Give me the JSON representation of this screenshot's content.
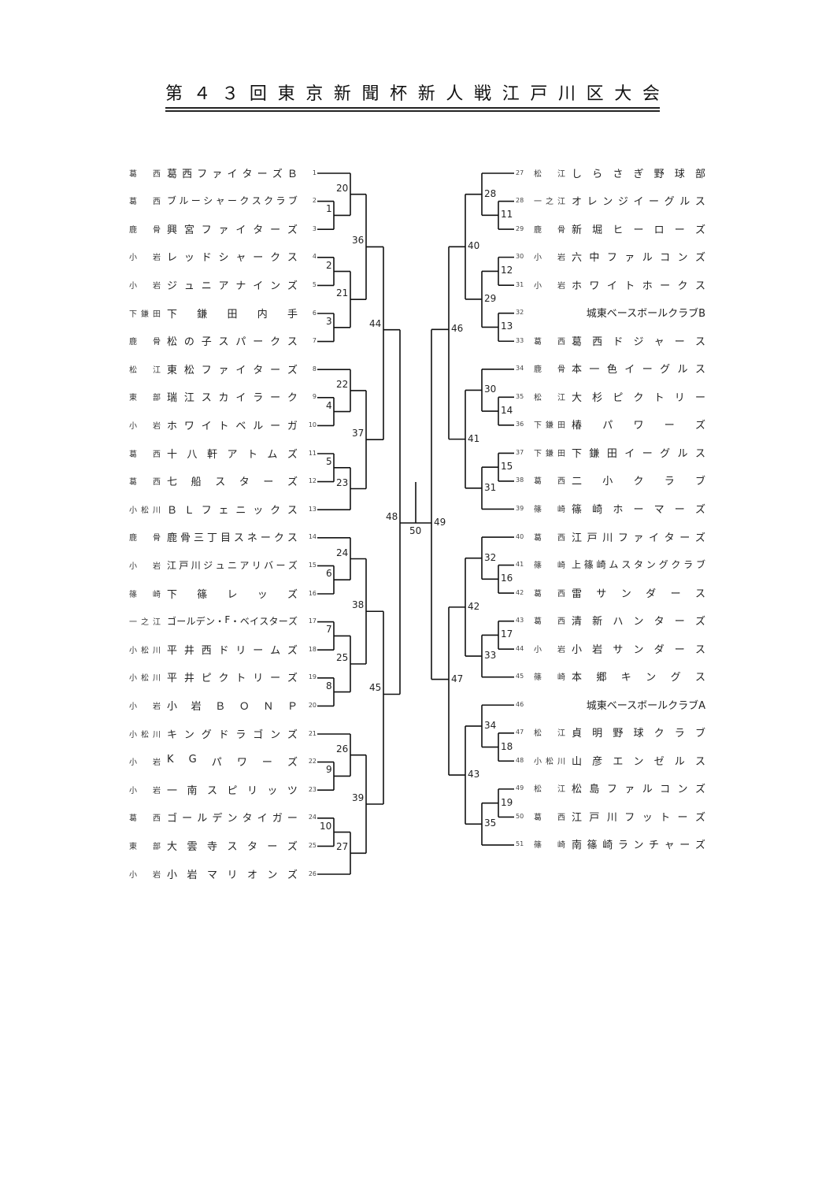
{
  "title": "第４３回東京新聞杯新人戦江戸川区大会",
  "left_teams": [
    {
      "no": "1",
      "region": "葛西",
      "name": "葛西ファイターズＢ"
    },
    {
      "no": "2",
      "region": "葛西",
      "name": "ブルーシャークスクラブ"
    },
    {
      "no": "3",
      "region": "鹿骨",
      "name": "興宮ファイターズ"
    },
    {
      "no": "4",
      "region": "小岩",
      "name": "レッドシャークス"
    },
    {
      "no": "5",
      "region": "小岩",
      "name": "ジュニアナインズ"
    },
    {
      "no": "6",
      "region": "下鎌田",
      "name": "下鎌田内手"
    },
    {
      "no": "7",
      "region": "鹿骨",
      "name": "松の子スパークス"
    },
    {
      "no": "8",
      "region": "松江",
      "name": "東松ファイターズ"
    },
    {
      "no": "9",
      "region": "東部",
      "name": "瑞江スカイラーク"
    },
    {
      "no": "10",
      "region": "小岩",
      "name": "ホワイトベルーガ"
    },
    {
      "no": "11",
      "region": "葛西",
      "name": "十八軒アトムズ"
    },
    {
      "no": "12",
      "region": "葛西",
      "name": "七船スターズ"
    },
    {
      "no": "13",
      "region": "小松川",
      "name": "ＢＬフェニックス"
    },
    {
      "no": "14",
      "region": "鹿骨",
      "name": "鹿骨三丁目スネークス"
    },
    {
      "no": "15",
      "region": "小岩",
      "name": "江戸川ジュニアリバーズ"
    },
    {
      "no": "16",
      "region": "篠崎",
      "name": "下篠レッズ"
    },
    {
      "no": "17",
      "region": "一之江",
      "name": "ゴールデン・F・ベイスターズ"
    },
    {
      "no": "18",
      "region": "小松川",
      "name": "平井西ドリームズ"
    },
    {
      "no": "19",
      "region": "小松川",
      "name": "平井ピクトリーズ"
    },
    {
      "no": "20",
      "region": "小岩",
      "name": "小岩ＢＯＮＰ"
    },
    {
      "no": "21",
      "region": "小松川",
      "name": "キングドラゴンズ"
    },
    {
      "no": "22",
      "region": "小岩",
      "name": "KGパワーズ"
    },
    {
      "no": "23",
      "region": "小岩",
      "name": "一南スピリッツ"
    },
    {
      "no": "24",
      "region": "葛西",
      "name": "ゴールデンタイガー"
    },
    {
      "no": "25",
      "region": "東部",
      "name": "大雲寺スターズ"
    },
    {
      "no": "26",
      "region": "小岩",
      "name": "小岩マリオンズ"
    }
  ],
  "right_teams": [
    {
      "no": "27",
      "region": "松江",
      "name": "しらさぎ野球部"
    },
    {
      "no": "28",
      "region": "一之江",
      "name": "オレンジイーグルス"
    },
    {
      "no": "29",
      "region": "鹿骨",
      "name": "新堀ヒーローズ"
    },
    {
      "no": "30",
      "region": "小岩",
      "name": "六中ファルコンズ"
    },
    {
      "no": "31",
      "region": "小岩",
      "name": "ホワイトホークス"
    },
    {
      "no": "32",
      "region": "",
      "name": "城東ベースボールクラブB"
    },
    {
      "no": "33",
      "region": "葛西",
      "name": "葛西ドジャース"
    },
    {
      "no": "34",
      "region": "鹿骨",
      "name": "本一色イーグルス"
    },
    {
      "no": "35",
      "region": "松江",
      "name": "大杉ピクトリー"
    },
    {
      "no": "36",
      "region": "下鎌田",
      "name": "椿パワーズ"
    },
    {
      "no": "37",
      "region": "下鎌田",
      "name": "下鎌田イーグルス"
    },
    {
      "no": "38",
      "region": "葛西",
      "name": "二小クラブ"
    },
    {
      "no": "39",
      "region": "篠崎",
      "name": "篠崎ホーマーズ"
    },
    {
      "no": "40",
      "region": "葛西",
      "name": "江戸川ファイターズ"
    },
    {
      "no": "41",
      "region": "篠崎",
      "name": "上篠崎ムスタングクラブ"
    },
    {
      "no": "42",
      "region": "葛西",
      "name": "雷サンダース"
    },
    {
      "no": "43",
      "region": "葛西",
      "name": "清新ハンターズ"
    },
    {
      "no": "44",
      "region": "小岩",
      "name": "小岩サンダース"
    },
    {
      "no": "45",
      "region": "篠崎",
      "name": "本郷キングス"
    },
    {
      "no": "46",
      "region": "",
      "name": "城東ベースボールクラブA"
    },
    {
      "no": "47",
      "region": "松江",
      "name": "貞明野球クラブ"
    },
    {
      "no": "48",
      "region": "小松川",
      "name": "山彦エンゼルス"
    },
    {
      "no": "49",
      "region": "松江",
      "name": "松島ファルコンズ"
    },
    {
      "no": "50",
      "region": "葛西",
      "name": "江戸川フットーズ"
    },
    {
      "no": "51",
      "region": "篠崎",
      "name": "南篠崎ランチャーズ"
    }
  ],
  "matches": [
    {
      "id": "1",
      "a": "t2",
      "b": "t3"
    },
    {
      "id": "20",
      "a": "t1",
      "b": "m1"
    },
    {
      "id": "2",
      "a": "t4",
      "b": "t5"
    },
    {
      "id": "3",
      "a": "t6",
      "b": "t7"
    },
    {
      "id": "21",
      "a": "m2",
      "b": "m3"
    },
    {
      "id": "36",
      "a": "m20",
      "b": "m21"
    },
    {
      "id": "4",
      "a": "t9",
      "b": "t10"
    },
    {
      "id": "22",
      "a": "t8",
      "b": "m4"
    },
    {
      "id": "5",
      "a": "t11",
      "b": "t12"
    },
    {
      "id": "23",
      "a": "m5",
      "b": "t13"
    },
    {
      "id": "37",
      "a": "m22",
      "b": "m23"
    },
    {
      "id": "44",
      "a": "m36",
      "b": "m37"
    },
    {
      "id": "6",
      "a": "t15",
      "b": "t16"
    },
    {
      "id": "24",
      "a": "t14",
      "b": "m6"
    },
    {
      "id": "7",
      "a": "t17",
      "b": "t18"
    },
    {
      "id": "8",
      "a": "t19",
      "b": "t20"
    },
    {
      "id": "25",
      "a": "m7",
      "b": "m8"
    },
    {
      "id": "38",
      "a": "m24",
      "b": "m25"
    },
    {
      "id": "9",
      "a": "t22",
      "b": "t23"
    },
    {
      "id": "26",
      "a": "t21",
      "b": "m9"
    },
    {
      "id": "10",
      "a": "t24",
      "b": "t25"
    },
    {
      "id": "27",
      "a": "m10",
      "b": "t26"
    },
    {
      "id": "39",
      "a": "m26",
      "b": "m27"
    },
    {
      "id": "45",
      "a": "m38",
      "b": "m39"
    },
    {
      "id": "48",
      "a": "m44",
      "b": "m45"
    },
    {
      "id": "11",
      "a": "t28",
      "b": "t29"
    },
    {
      "id": "28",
      "a": "t27",
      "b": "m11"
    },
    {
      "id": "12",
      "a": "t30",
      "b": "t31"
    },
    {
      "id": "13",
      "a": "t32",
      "b": "t33"
    },
    {
      "id": "29",
      "a": "m12",
      "b": "m13"
    },
    {
      "id": "40",
      "a": "m28",
      "b": "m29"
    },
    {
      "id": "14",
      "a": "t35",
      "b": "t36"
    },
    {
      "id": "30",
      "a": "t34",
      "b": "m14"
    },
    {
      "id": "15",
      "a": "t37",
      "b": "t38"
    },
    {
      "id": "31",
      "a": "m15",
      "b": "t39"
    },
    {
      "id": "41",
      "a": "m30",
      "b": "m31"
    },
    {
      "id": "46",
      "a": "m40",
      "b": "m41"
    },
    {
      "id": "16",
      "a": "t41",
      "b": "t42"
    },
    {
      "id": "32",
      "a": "t40",
      "b": "m16"
    },
    {
      "id": "17",
      "a": "t43",
      "b": "t44"
    },
    {
      "id": "33",
      "a": "m17",
      "b": "t45"
    },
    {
      "id": "42",
      "a": "m32",
      "b": "m33"
    },
    {
      "id": "18",
      "a": "t47",
      "b": "t48"
    },
    {
      "id": "34",
      "a": "t46",
      "b": "m18"
    },
    {
      "id": "19",
      "a": "t49",
      "b": "t50"
    },
    {
      "id": "35",
      "a": "m19",
      "b": "t51"
    },
    {
      "id": "43",
      "a": "m34",
      "b": "m35"
    },
    {
      "id": "47",
      "a": "m42",
      "b": "m43"
    },
    {
      "id": "49",
      "a": "m46",
      "b": "m47"
    },
    {
      "id": "50",
      "a": "m48",
      "b": "m49"
    }
  ]
}
